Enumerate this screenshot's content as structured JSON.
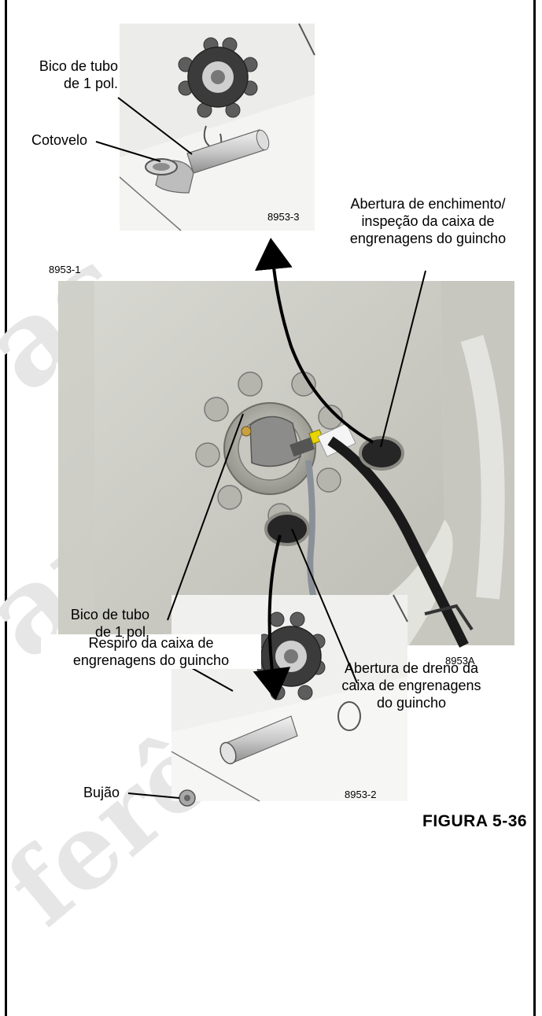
{
  "labels": {
    "top_pipe_line1": "Bico de tubo",
    "top_pipe_line2": "de 1 pol.",
    "elbow": "Cotovelo",
    "code_top": "8953-3",
    "fill_line1": "Abertura de enchimento/",
    "fill_line2": "inspeção da caixa de",
    "fill_line3": "engrenagens do guincho",
    "code_main": "8953-1",
    "breather_line1": "Respiro da caixa de",
    "breather_line2": "engrenagens do guincho",
    "drain_line1": "Abertura de dreno da",
    "drain_line2": "caixa de engrenagens",
    "drain_line3": "do guincho",
    "code_a": "8953A",
    "bottom_pipe_line1": "Bico de tubo",
    "bottom_pipe_line2": "de 1 pol.",
    "plug": "Bujão",
    "code_bottom": "8953-2",
    "figure": "FIGURA 5-36"
  },
  "watermark": {
    "word1": "as",
    "word2": "ara",
    "word3": "ferência"
  },
  "colors": {
    "housing": "#cfcfc8",
    "flange": "#9a9a92",
    "cable": "#1a1a1a",
    "hose": "#8a9098",
    "connector": "#e8d400",
    "watermark": "#e6e6e6"
  }
}
